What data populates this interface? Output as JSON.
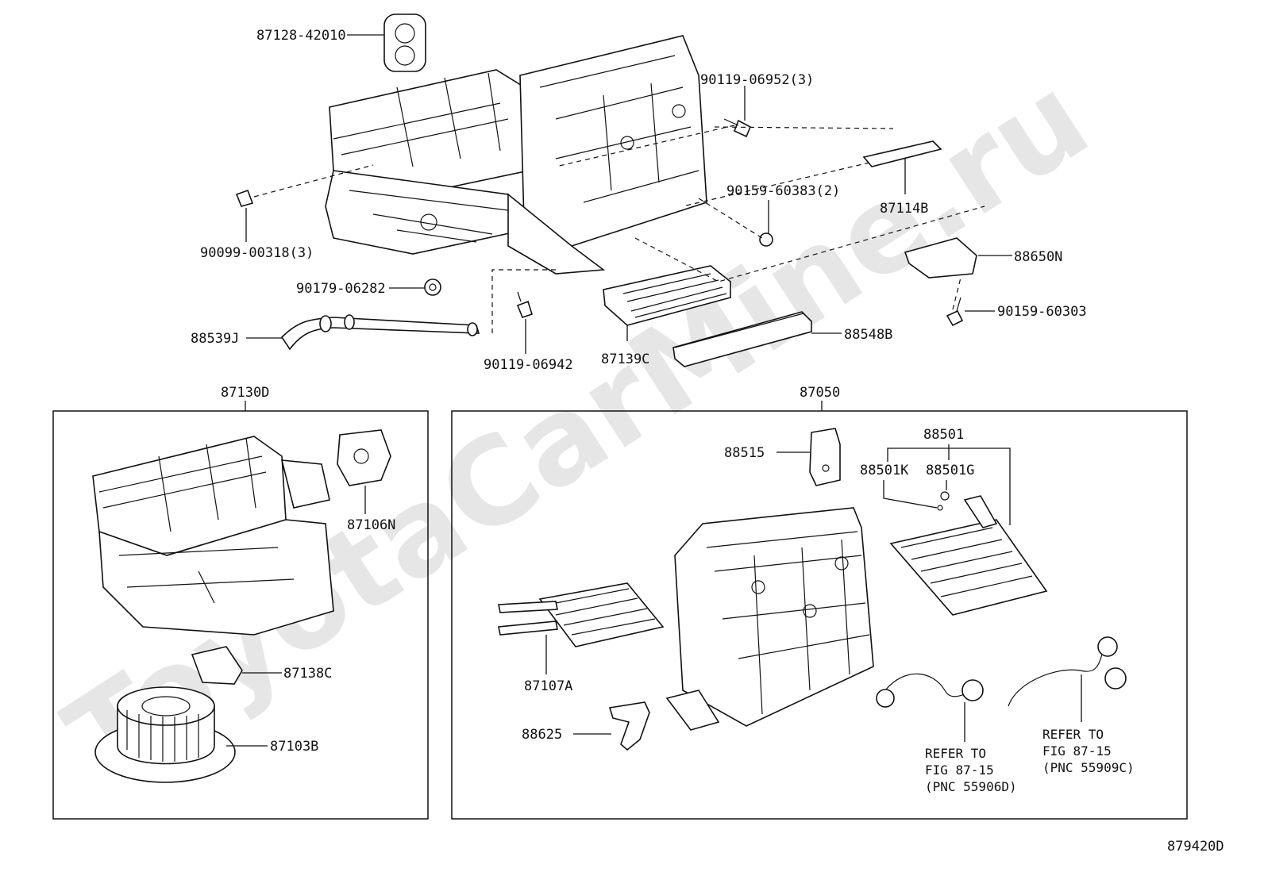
{
  "watermark": "ToyotaCarMine.ru",
  "diagram_id": "879420D",
  "parts": {
    "p87128": "87128-42010",
    "p90119_06952": "90119-06952(3)",
    "p87114B": "87114B",
    "p90159_60383": "90159-60383(2)",
    "p88650N": "88650N",
    "p90159_60303": "90159-60303",
    "p88548B": "88548B",
    "p87139C": "87139C",
    "p90119_06942": "90119-06942",
    "p88539J": "88539J",
    "p90179_06282": "90179-06282",
    "p90099_00318": "90099-00318(3)"
  },
  "group_87130D": {
    "title": "87130D",
    "parts": {
      "p87106N": "87106N",
      "p87138C": "87138C",
      "p87103B": "87103B"
    }
  },
  "group_87050": {
    "title": "87050",
    "parts": {
      "p88515": "88515",
      "p88501": "88501",
      "p88501K": "88501K",
      "p88501G": "88501G",
      "p87107A": "87107A",
      "p88625": "88625"
    },
    "refer1": {
      "line1": "REFER TO",
      "line2": "FIG 87-15",
      "line3": "(PNC 55906D)"
    },
    "refer2": {
      "line1": "REFER TO",
      "line2": "FIG 87-15",
      "line3": "(PNC 55909C)"
    }
  }
}
